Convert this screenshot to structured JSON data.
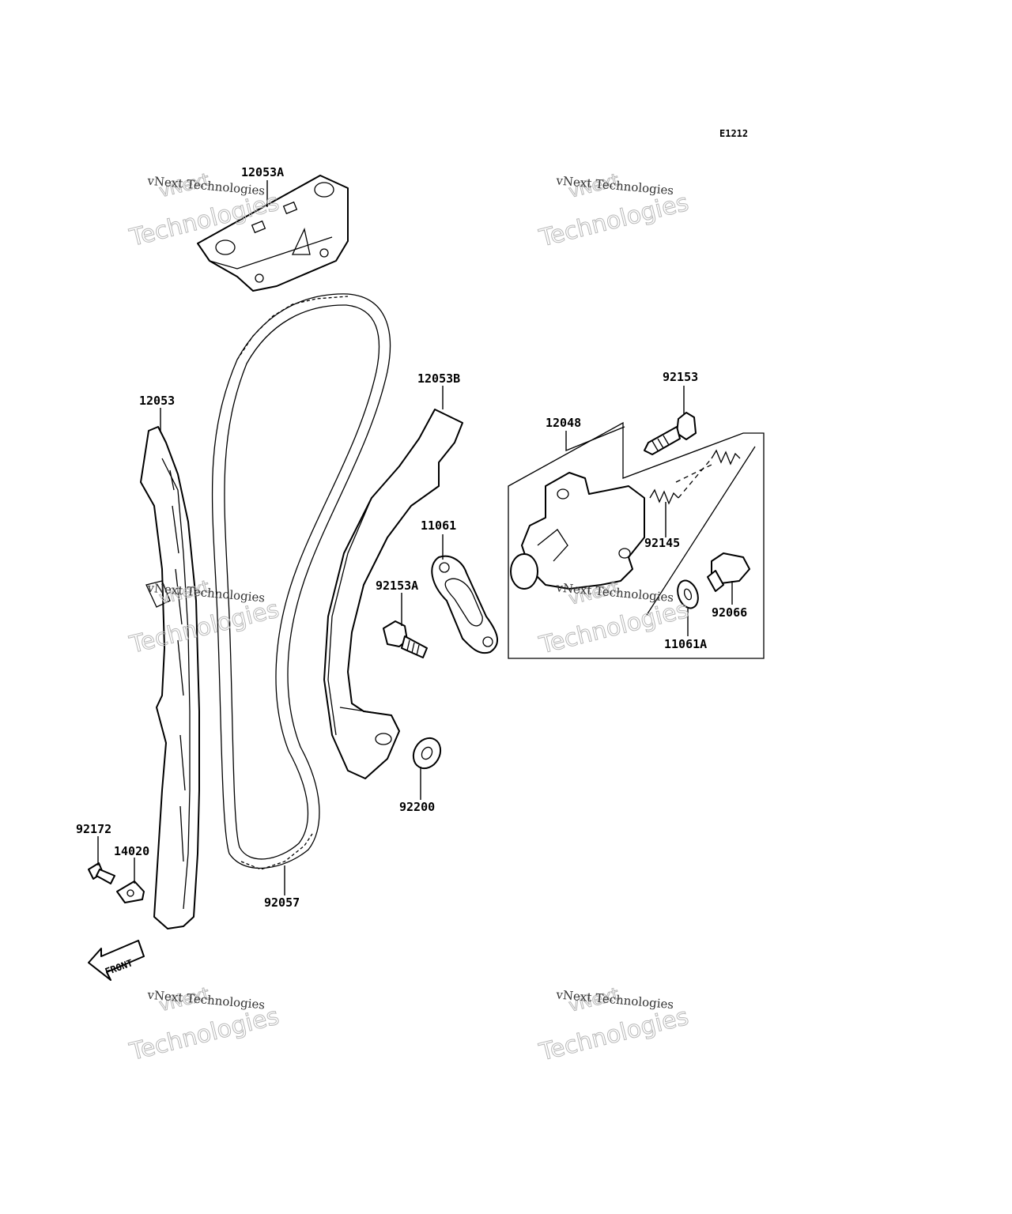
{
  "diagram": {
    "code": "E1212",
    "front_label": "FRONT",
    "parts": {
      "p12053A": "12053A",
      "p12053B": "12053B",
      "p12053": "12053",
      "p92153": "92153",
      "p12048": "12048",
      "p11061": "11061",
      "p92145": "92145",
      "p92153A": "92153A",
      "p92066": "92066",
      "p11061A": "11061A",
      "p92200": "92200",
      "p92172": "92172",
      "p14020": "14020",
      "p92057": "92057"
    }
  },
  "watermark": {
    "line1": "vNext Technologies",
    "line2": "vNext",
    "line3": "Technologies"
  }
}
